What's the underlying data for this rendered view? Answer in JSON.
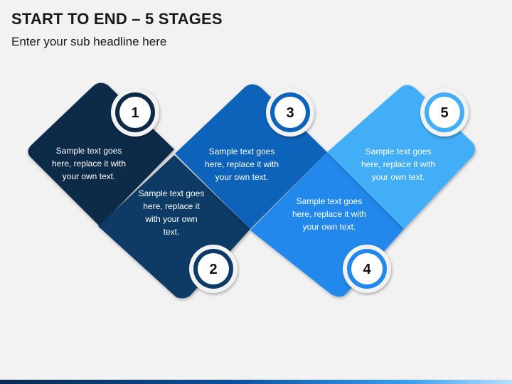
{
  "header": {
    "title": "START TO END – 5 STAGES",
    "subtitle": "Enter your sub headline here"
  },
  "stages": [
    {
      "number": "1",
      "text": "Sample text goes here, replace it with your own text.",
      "color": "#0c2a4a"
    },
    {
      "number": "2",
      "text": "Sample text goes here, replace it with your own text.",
      "color": "#0d3a66"
    },
    {
      "number": "3",
      "text": "Sample text goes here, replace it with your own text.",
      "color": "#0a63b9"
    },
    {
      "number": "4",
      "text": "Sample text goes here, replace it with your own text.",
      "color": "#2388ec"
    },
    {
      "number": "5",
      "text": "Sample text goes here, replace it with your own text.",
      "color": "#43aef7"
    }
  ],
  "colors": {
    "background": "#f2f2f2",
    "number_text": "#111111",
    "circle_fill": "#ffffff"
  }
}
